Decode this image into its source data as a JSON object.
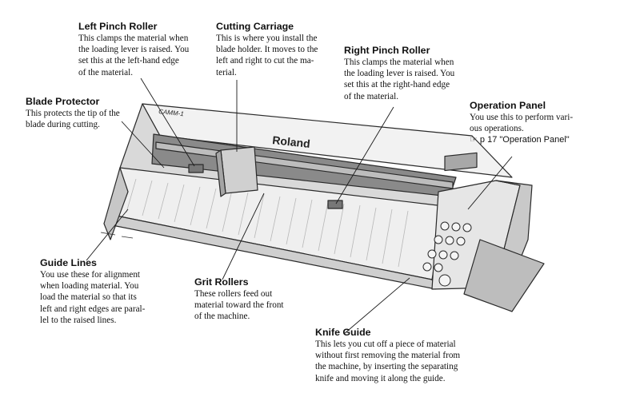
{
  "callouts": {
    "left_pinch_roller": {
      "title": "Left Pinch Roller",
      "description": "This clamps the material when\nthe loading lever is raised. You\nset this at the left-hand edge\nof the material."
    },
    "cutting_carriage": {
      "title": "Cutting Carriage",
      "description": "This is where you install the\nblade holder. It moves to the\nleft and right to cut the ma-\nterial."
    },
    "right_pinch_roller": {
      "title": "Right Pinch Roller",
      "description": "This clamps the material when\nthe loading lever is raised. You\nset this at the right-hand edge\nof the material."
    },
    "blade_protector": {
      "title": "Blade Protector",
      "description": "This protects the tip of the\nblade during cutting."
    },
    "operation_panel": {
      "title": "Operation Panel",
      "description": "You use this to perform vari-\nous operations.",
      "reference": "☞ p 17 \"Operation Panel\""
    },
    "guide_lines": {
      "title": "Guide Lines",
      "description": "You use these for alignment\nwhen loading material. You\nload the material so that its\nleft and right edges are paral-\nlel to the raised lines."
    },
    "grit_rollers": {
      "title": "Grit Rollers",
      "description": "These rollers feed out\nmaterial toward the front\nof the machine."
    },
    "knife_guide": {
      "title": "Knife Guide",
      "description": "This lets you cut off a piece of material\nwithout first removing the material from\nthe machine, by inserting the separating\nknife and moving it along the guide."
    }
  },
  "machine": {
    "brand": "Roland",
    "model": "CAMM-1"
  },
  "colors": {
    "outline": "#2a2a2a",
    "body_fill": "#e4e4e4",
    "dark_fill": "#9c9c9c",
    "leader": "#1a1a1a"
  }
}
